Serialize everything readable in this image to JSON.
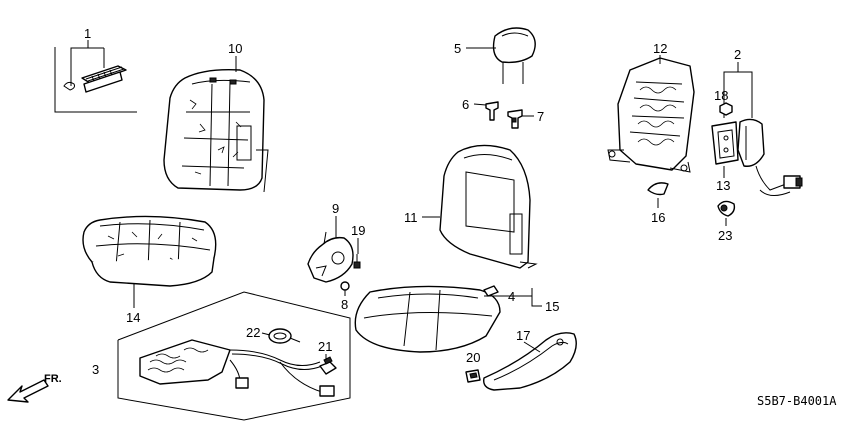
{
  "diagram_code": "S5B7-B4001A",
  "direction_label": "FR.",
  "callouts": [
    {
      "id": "c1",
      "text": "1"
    },
    {
      "id": "c2",
      "text": "2"
    },
    {
      "id": "c3",
      "text": "3"
    },
    {
      "id": "c4",
      "text": "4"
    },
    {
      "id": "c5",
      "text": "5"
    },
    {
      "id": "c6",
      "text": "6"
    },
    {
      "id": "c7",
      "text": "7"
    },
    {
      "id": "c8",
      "text": "8"
    },
    {
      "id": "c9",
      "text": "9"
    },
    {
      "id": "c10",
      "text": "10"
    },
    {
      "id": "c11",
      "text": "11"
    },
    {
      "id": "c12",
      "text": "12"
    },
    {
      "id": "c13",
      "text": "13"
    },
    {
      "id": "c14",
      "text": "14"
    },
    {
      "id": "c15",
      "text": "15"
    },
    {
      "id": "c16",
      "text": "16"
    },
    {
      "id": "c17",
      "text": "17"
    },
    {
      "id": "c18",
      "text": "18"
    },
    {
      "id": "c19",
      "text": "19"
    },
    {
      "id": "c20",
      "text": "20"
    },
    {
      "id": "c21",
      "text": "21"
    },
    {
      "id": "c22",
      "text": "22"
    },
    {
      "id": "c23",
      "text": "23"
    }
  ]
}
